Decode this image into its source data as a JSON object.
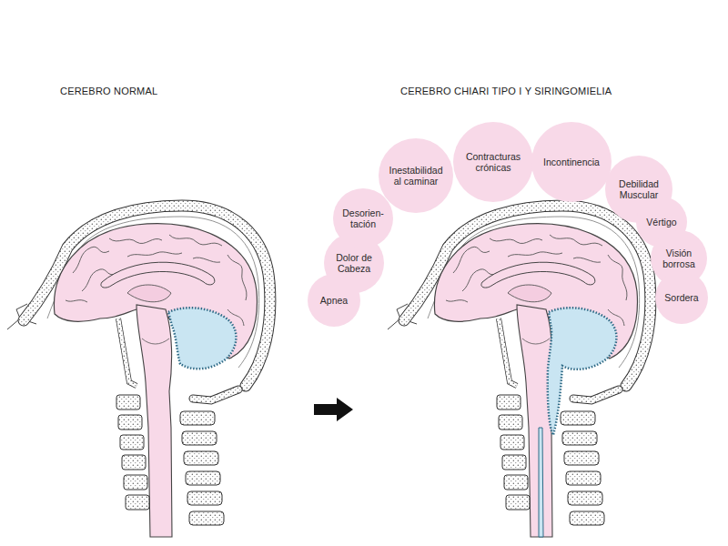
{
  "diagram": {
    "nodes": [
      {
        "text": [
          "Apnea"
        ]
      },
      {
        "text": [
          "Dolor de Cabeza"
        ]
      },
      {
        "text": [
          "Desorien- tación"
        ]
      },
      {
        "text": [
          "Inestabilidad al caminar"
        ]
      },
      {
        "text": [
          "Contracturas crónicas"
        ]
      },
      {
        "text": [
          "Incontinencia"
        ]
      },
      {
        "text": [
          "Debilidad Muscular"
        ]
      },
      {
        "text": [
          "Vértigo"
        ]
      },
      {
        "text": [
          "Visión borrosa"
        ]
      },
      {
        "text": [
          "Sordera"
        ]
      }
    ],
    "labels": [
      "CEREBRO NORMAL",
      "CEREBRO CHIARI TIPO I Y SIRINGOMIELIA"
    ]
  }
}
